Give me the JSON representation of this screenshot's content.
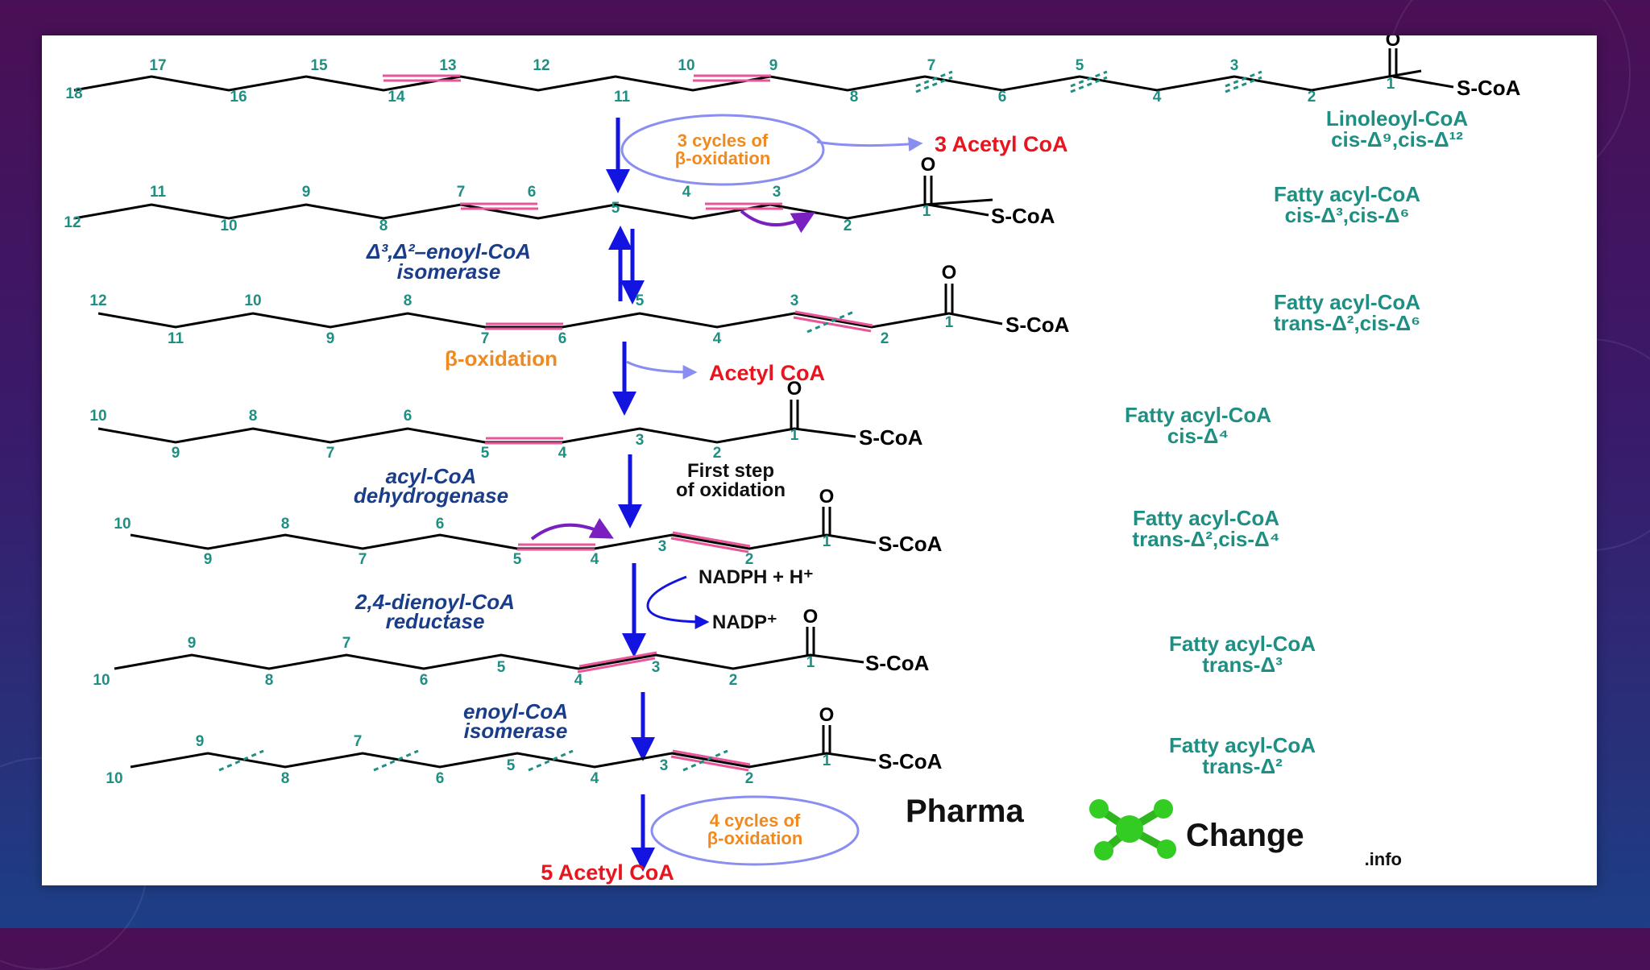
{
  "molecules": [
    {
      "name": "Linoleoyl-CoA",
      "delta": "cis-Δ⁹,cis-Δ¹²"
    },
    {
      "name": "Fatty acyl-CoA",
      "delta": "cis-Δ³,cis-Δ⁶"
    },
    {
      "name": "Fatty acyl-CoA",
      "delta": "trans-Δ²,cis-Δ⁶"
    },
    {
      "name": "Fatty acyl-CoA",
      "delta": "cis-Δ⁴"
    },
    {
      "name": "Fatty acyl-CoA",
      "delta": "trans-Δ²,cis-Δ⁴"
    },
    {
      "name": "Fatty acyl-CoA",
      "delta": "trans-Δ³"
    },
    {
      "name": "Fatty acyl-CoA",
      "delta": "trans-Δ²"
    }
  ],
  "coa_label": "S-CoA",
  "oxygen_label": "O",
  "steps": {
    "cycles1_line1": "3 cycles of",
    "cycles1_line2": "β-oxidation",
    "product1": "3 Acetyl CoA",
    "isomerase1_line1": "Δ³,Δ²–enoyl-CoA",
    "isomerase1_line2": "isomerase",
    "beta_ox": "β-oxidation",
    "product2": "Acetyl CoA",
    "dehydro_line1": "acyl-CoA",
    "dehydro_line2": "dehydrogenase",
    "first_step_line1": "First step",
    "first_step_line2": "of oxidation",
    "reductase_line1": "2,4-dienoyl-CoA",
    "reductase_line2": "reductase",
    "nadph": "NADPH + H⁺",
    "nadp": "NADP⁺",
    "isomerase2_line1": "enoyl-CoA",
    "isomerase2_line2": "isomerase",
    "cycles2_line1": "4 cycles of",
    "cycles2_line2": "β-oxidation",
    "product3": "5 Acetyl CoA"
  },
  "logo": {
    "left": "Pharma",
    "right": "Change",
    "suffix": ".info"
  },
  "colors": {
    "teal": "#1e8f82",
    "pink": "#e8559a",
    "blue": "#1414e0",
    "purple": "#7a1fc0",
    "orange": "#f08a20",
    "red": "#e8141e",
    "navy": "#1a3d8a",
    "green": "#33cc22"
  }
}
